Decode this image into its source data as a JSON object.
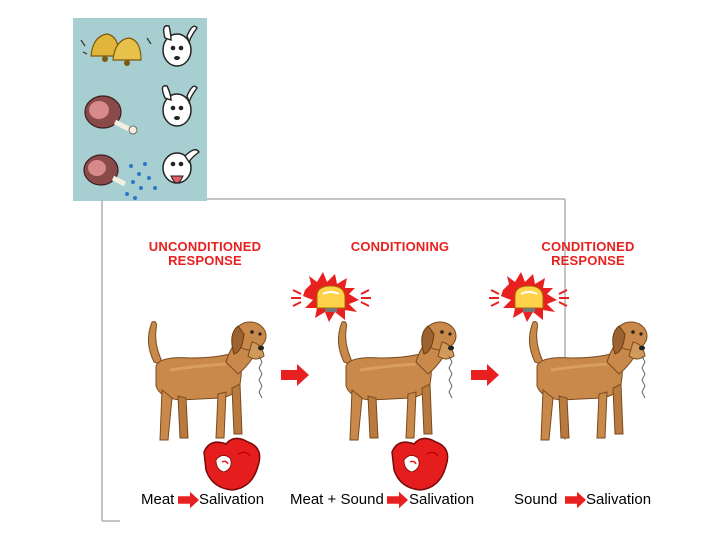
{
  "columns": [
    {
      "heading_line1": "UNCONDITIONED",
      "heading_line2": "RESPONSE",
      "has_bell": false,
      "has_meat": true,
      "caption_left": "Meat",
      "caption_right": "Salivation"
    },
    {
      "heading_line1": "CONDITIONING",
      "heading_line2": "",
      "has_bell": true,
      "has_meat": true,
      "caption_left": "Meat + Sound",
      "caption_right": "Salivation"
    },
    {
      "heading_line1": "CONDITIONED",
      "heading_line2": "RESPONSE",
      "has_bell": true,
      "has_meat": false,
      "caption_left": "Sound",
      "caption_right": "Salivation"
    }
  ],
  "colors": {
    "heading": "#e8201f",
    "arrow": "#e8201f",
    "dog": "#c8894a",
    "meat": "#e61d1d",
    "inset_bg": "#a7cfd1",
    "bell": "#e0b53a"
  },
  "icons": [
    "bell-icon",
    "dog-icon",
    "ham-icon",
    "steak-icon",
    "alarm-bell-icon",
    "arrow-right-icon"
  ]
}
